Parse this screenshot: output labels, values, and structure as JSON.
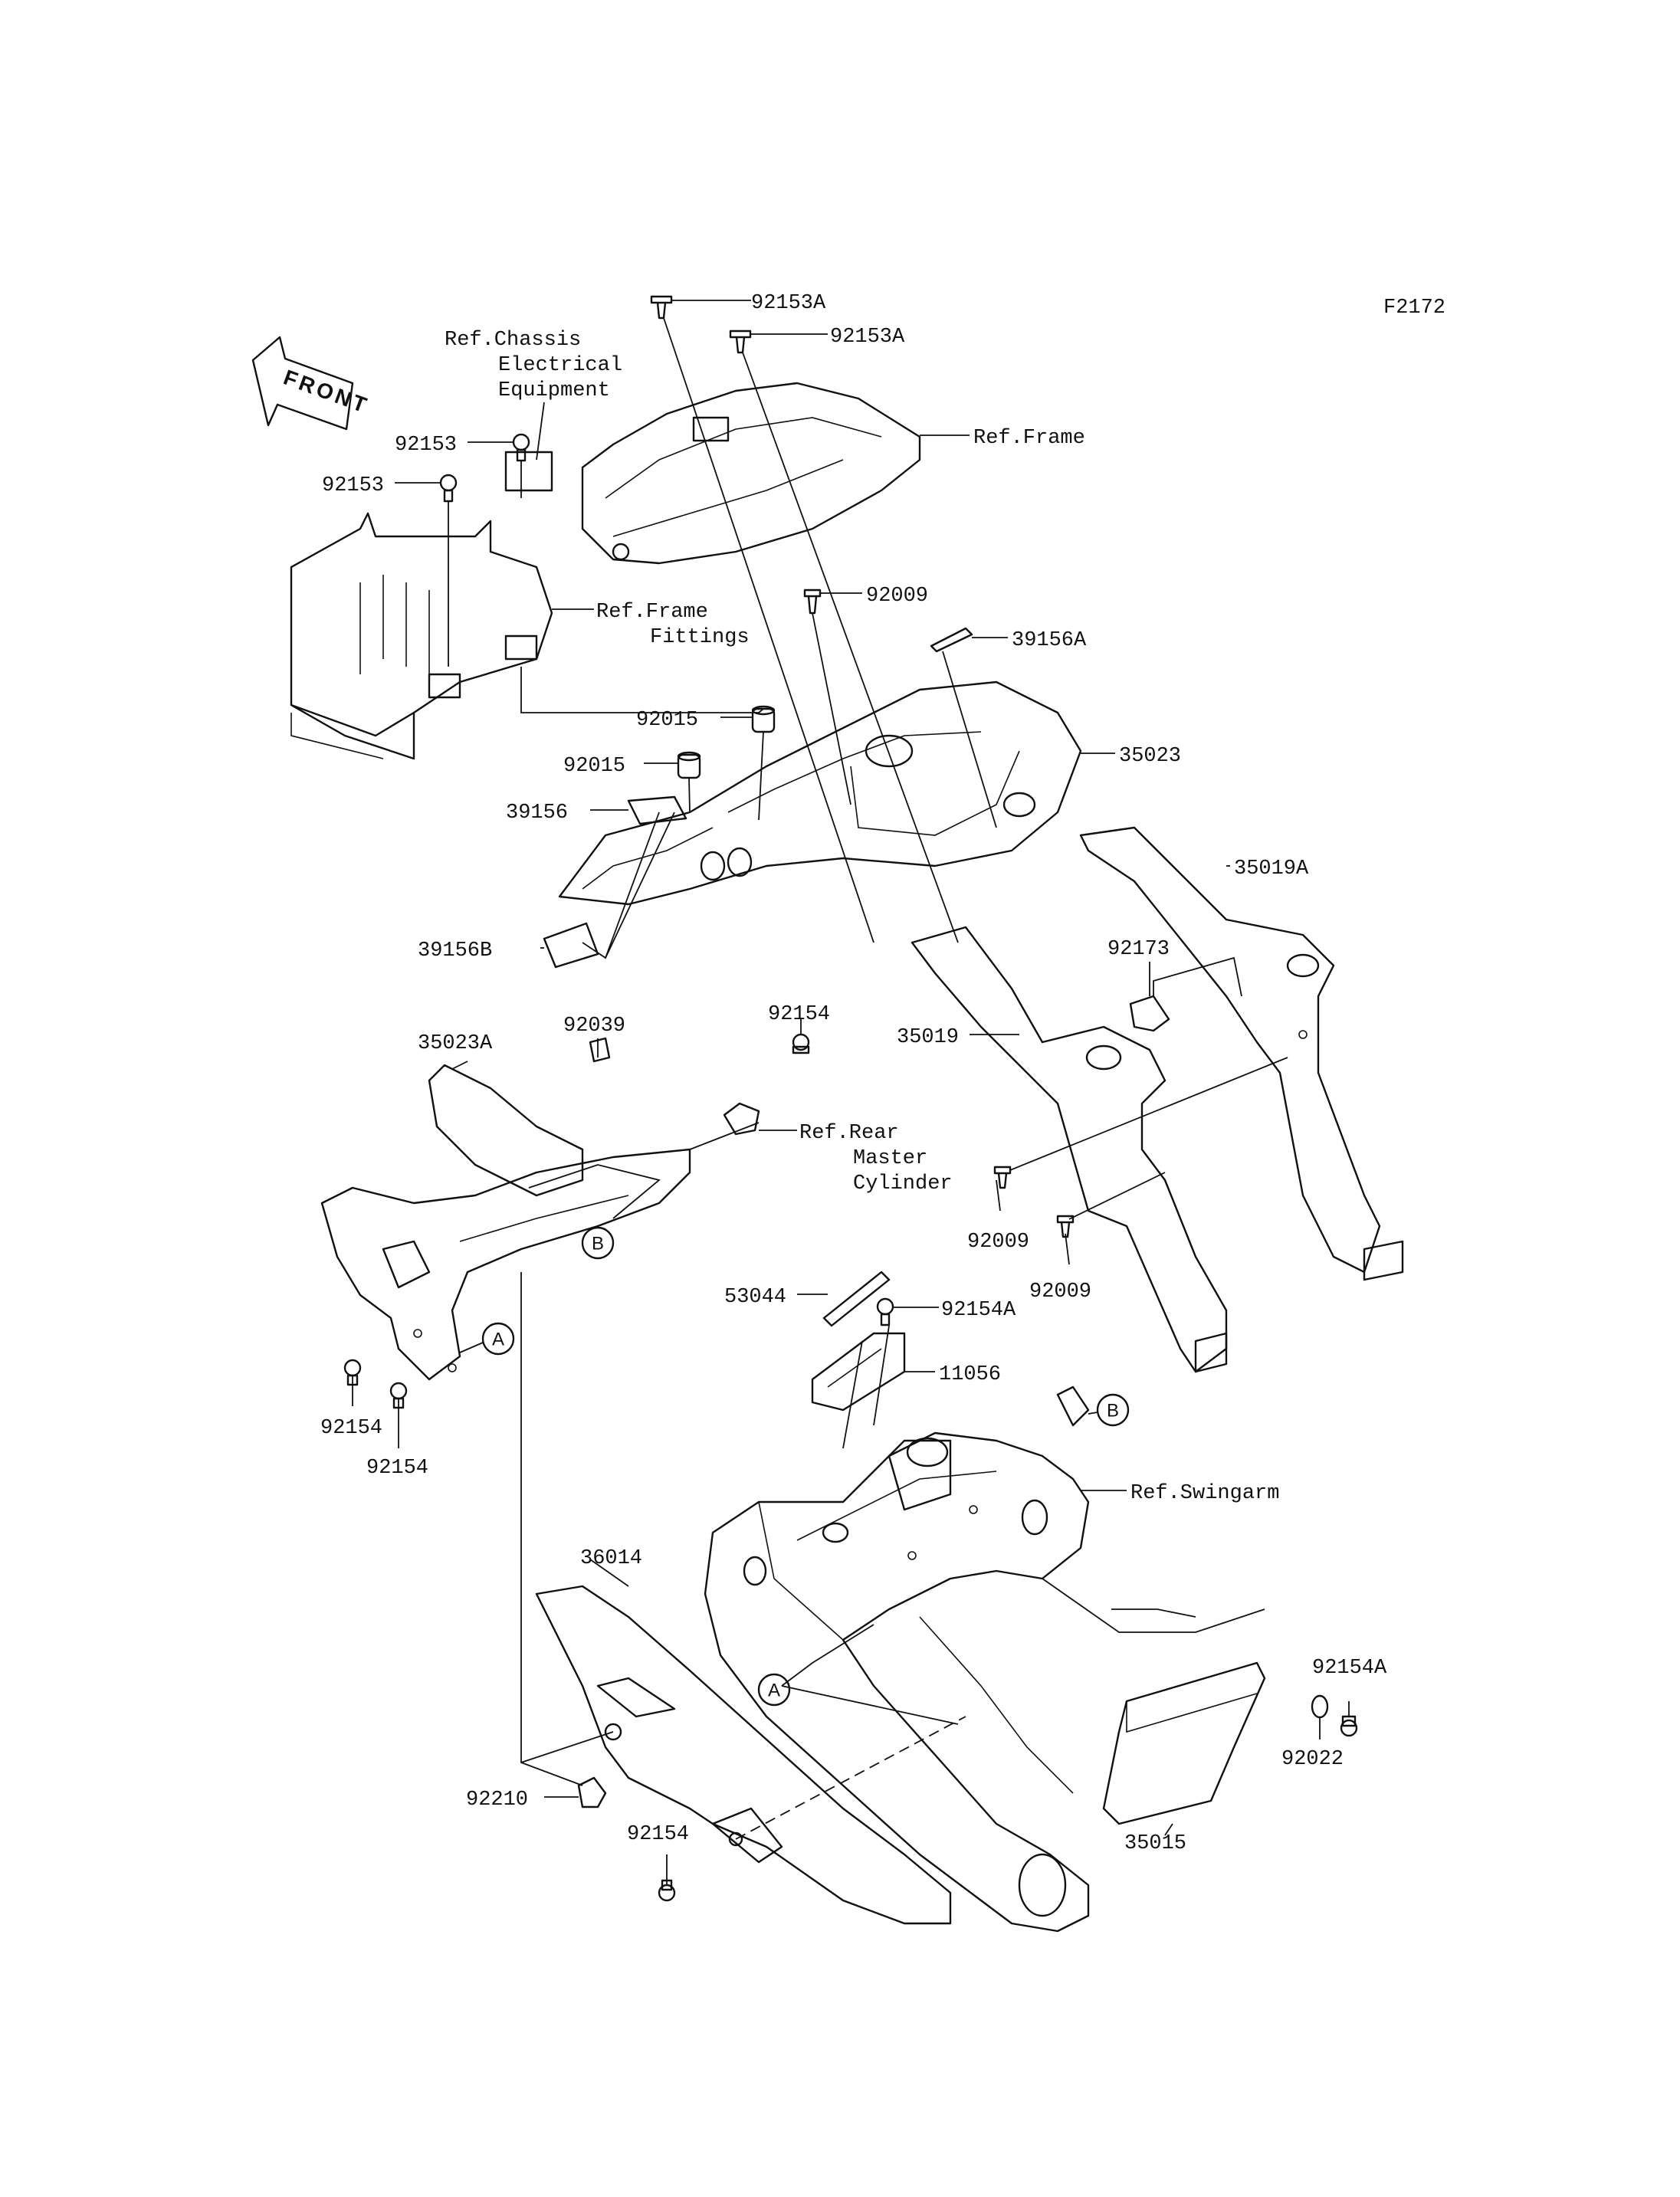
{
  "figure_code": "F2172",
  "front_label": "FRONT",
  "refs": {
    "chassis_elec": [
      "Ref.Chassis",
      "Electrical",
      "Equipment"
    ],
    "frame": "Ref.Frame",
    "frame_fittings": [
      "Ref.Frame",
      "Fittings"
    ],
    "rear_master": [
      "Ref.Rear",
      "Master",
      "Cylinder"
    ],
    "swingarm": "Ref.Swingarm"
  },
  "callouts": {
    "A": "A",
    "B": "B"
  },
  "parts": {
    "p92153A_1": "92153A",
    "p92153A_2": "92153A",
    "p92153_1": "92153",
    "p92153_2": "92153",
    "p92009_1": "92009",
    "p39156A": "39156A",
    "p92015_1": "92015",
    "p92015_2": "92015",
    "p35023": "35023",
    "p39156": "39156",
    "p35019A": "35019A",
    "p39156B": "39156B",
    "p92173": "92173",
    "p92039": "92039",
    "p92154_top": "92154",
    "p35023A": "35023A",
    "p35019": "35019",
    "p92009_2": "92009",
    "p92009_3": "92009",
    "p53044": "53044",
    "p92154A_1": "92154A",
    "p11056": "11056",
    "p92154_l1": "92154",
    "p92154_l2": "92154",
    "p36014": "36014",
    "p92154A_2": "92154A",
    "p92022": "92022",
    "p92210": "92210",
    "p92154_bottom": "92154",
    "p35015": "35015"
  }
}
